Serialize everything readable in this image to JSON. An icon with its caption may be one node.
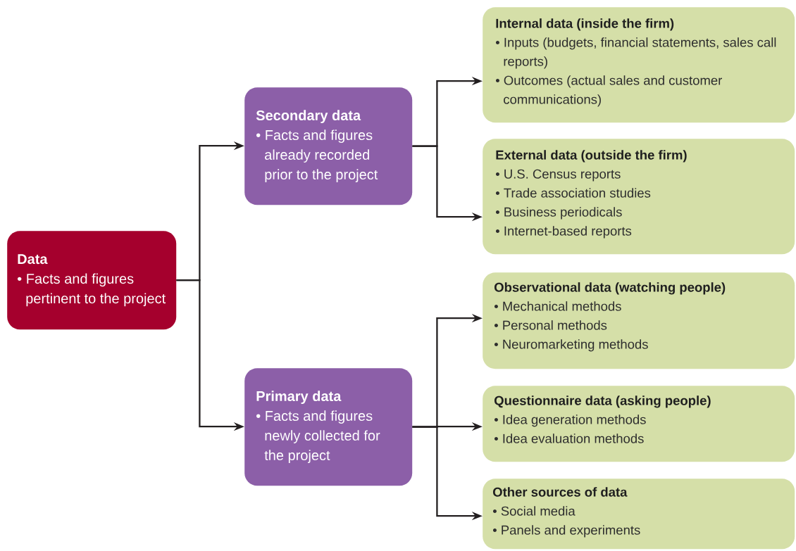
{
  "diagram": {
    "nodes": [
      {
        "text": [
          "Data",
          "• Facts and figures pertinent to the project"
        ]
      },
      {
        "text": [
          "Secondary data",
          "• Facts and figures already recorded prior to the project"
        ]
      },
      {
        "text": [
          "Primary data",
          "• Facts and figures newly collected for the project"
        ]
      },
      {
        "text": [
          "Internal data (inside the firm)",
          "• Inputs (budgets, financial statements, sales call reports)",
          "• Outcomes (actual sales and customer communications)"
        ]
      },
      {
        "text": [
          "External data (outside the firm)",
          "• U.S. Census reports",
          "• Trade association studies",
          "• Business periodicals",
          "• Internet-based reports"
        ]
      },
      {
        "text": [
          "Observational data (watching people)",
          "• Mechanical methods",
          "• Personal methods",
          "• Neuromarketing methods"
        ]
      },
      {
        "text": [
          "Questionnaire data (asking people)",
          "• Idea generation methods",
          "• Idea evaluation methods"
        ]
      },
      {
        "text": [
          "Other sources of data",
          "• Social media",
          "• Panels and experiments"
        ]
      }
    ],
    "edges": [
      {
        "from": 0,
        "to": 1,
        "arrow": "to"
      },
      {
        "from": 0,
        "to": 2,
        "arrow": "to"
      },
      {
        "from": 1,
        "to": 3,
        "arrow": "to"
      },
      {
        "from": 1,
        "to": 4,
        "arrow": "to"
      },
      {
        "from": 2,
        "to": 5,
        "arrow": "to"
      },
      {
        "from": 2,
        "to": 6,
        "arrow": "to"
      },
      {
        "from": 2,
        "to": 7,
        "arrow": "to"
      }
    ]
  }
}
